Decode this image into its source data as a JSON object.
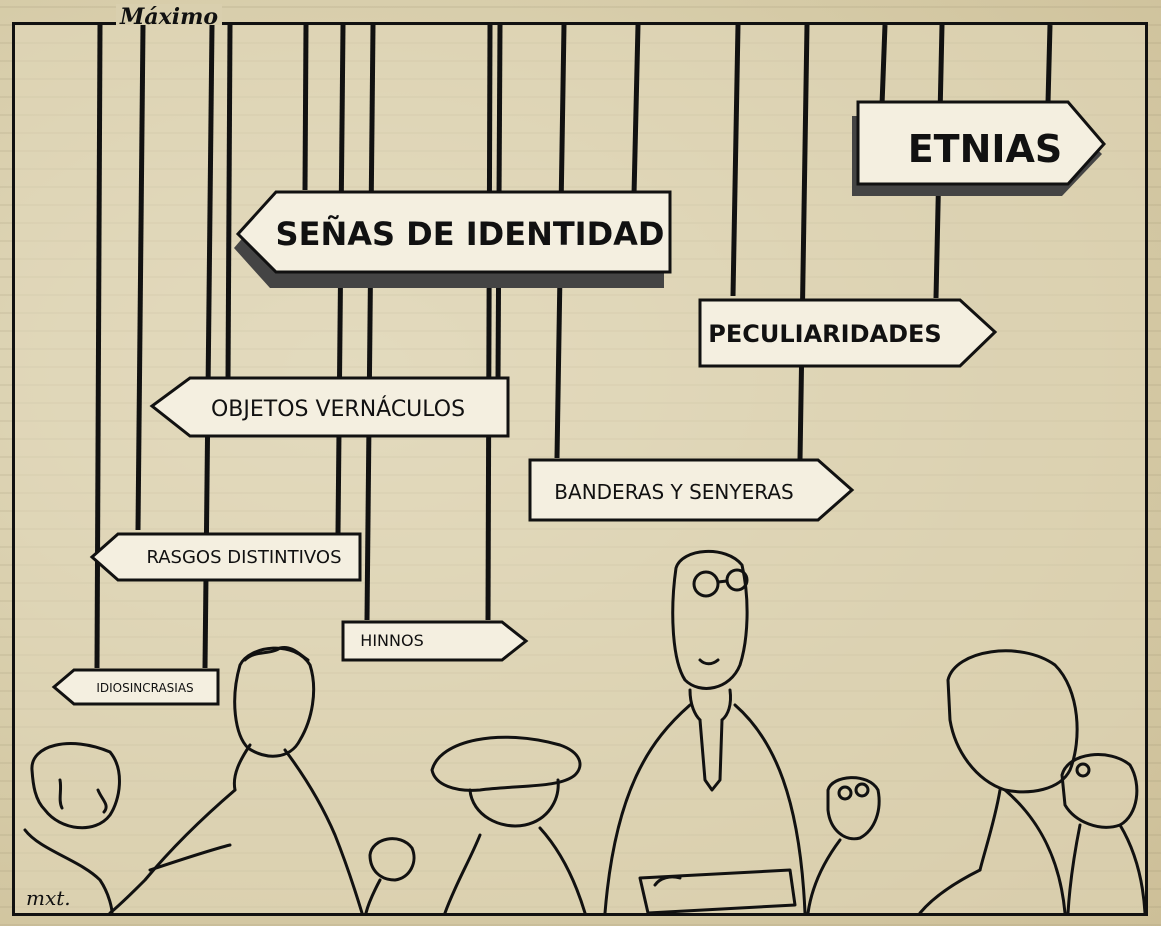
{
  "cartoon": {
    "author": "Máximo",
    "signature": "mxt.",
    "signs": {
      "etnias": "ETNIAS",
      "senas": "SEÑAS DE IDENTIDAD",
      "peculiaridades": "PECULIARIDADES",
      "objetos": "OBJETOS VERNÁCULOS",
      "banderas": "BANDERAS Y SENYERAS",
      "rasgos": "RASGOS DISTINTIVOS",
      "hinnos": "HINNOS",
      "idiosincrasias": "IDIOSINCRASIAS"
    }
  }
}
